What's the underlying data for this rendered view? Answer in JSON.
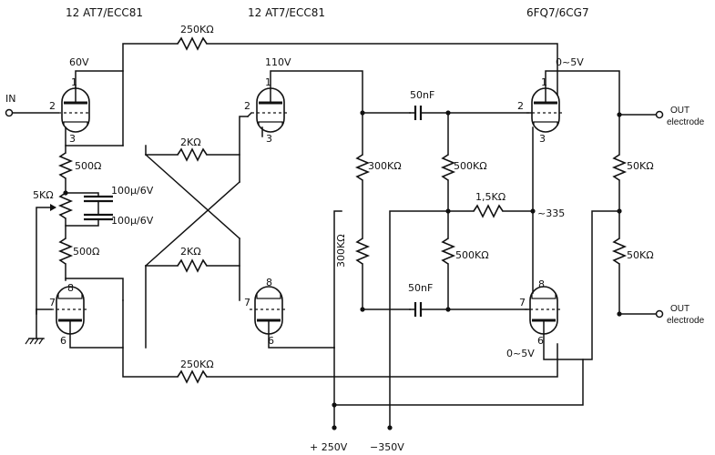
{
  "headers": {
    "tube1": "12 AT7/ECC81",
    "tube2": "12 AT7/ECC81",
    "tube3": "6FQ7/6CG7"
  },
  "voltages": {
    "v1": "60V",
    "v2": "110V",
    "v3": "0~5V",
    "v4": "~335",
    "v5": "0~5V",
    "plus": "+ 250V",
    "minus": "−350V"
  },
  "resistors": {
    "r_top": "250KΩ",
    "r_bottom": "250KΩ",
    "r_cross_top": "2KΩ",
    "r_cross_bot": "2KΩ",
    "r_cath_top": "500Ω",
    "r_cath_bot": "500Ω",
    "pot": "5KΩ",
    "r_300a": "300KΩ",
    "r_300b": "300KΩ",
    "r_500a": "500KΩ",
    "r_500b": "500KΩ",
    "r_15": "1,5KΩ",
    "r_50a": "50KΩ",
    "r_50b": "50KΩ"
  },
  "capacitors": {
    "c1": "100µ/6V",
    "c2": "100µ/6V",
    "c_top": "50nF",
    "c_bot": "50nF"
  },
  "io": {
    "input": "IN",
    "out1": "OUT",
    "out1_sub": "electrode",
    "out2": "OUT",
    "out2_sub": "electrode"
  },
  "pins": {
    "t1a_1": "1",
    "t1a_2": "2",
    "t1a_3": "3",
    "t1b_7": "7",
    "t1b_8": "8",
    "t1b_6": "6",
    "t2a_1": "1",
    "t2a_2": "2",
    "t2a_3": "3",
    "t2b_7": "7",
    "t2b_8": "8",
    "t2b_6": "6",
    "t3a_1": "1",
    "t3a_2": "2",
    "t3a_3": "3",
    "t3b_7": "7",
    "t3b_8": "8",
    "t3b_6": "6"
  }
}
